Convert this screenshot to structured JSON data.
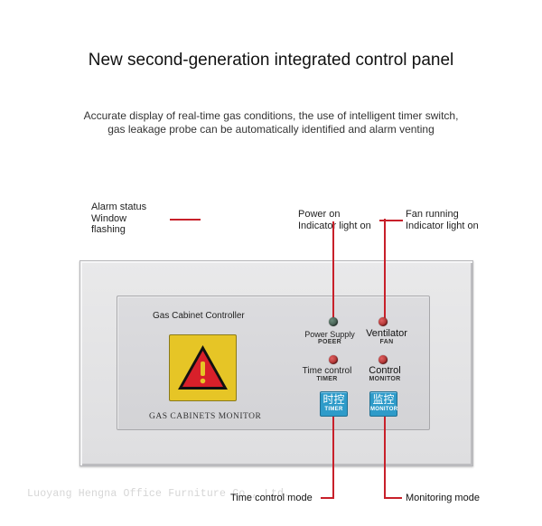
{
  "header": {
    "title": "New second-generation integrated control panel",
    "subtitle_line1": "Accurate display of real-time gas conditions, the use of intelligent timer switch,",
    "subtitle_line2": "gas leakage probe can be automatically identified and alarm venting"
  },
  "callouts": {
    "alarm": [
      "Alarm status",
      "Window",
      "flashing"
    ],
    "power": [
      "Power on",
      "Indicator light on"
    ],
    "fan": [
      "Fan running",
      "Indicator light on"
    ],
    "time_control_mode": "Time control mode",
    "monitoring_mode": "Monitoring mode"
  },
  "panel": {
    "controller_title": "Gas Cabinet Controller",
    "monitor_label": "GAS CABINETS MONITOR",
    "power_supply": {
      "label": "Power Supply",
      "sub": "POEER"
    },
    "ventilator": {
      "label": "Ventilator",
      "sub": "FAN"
    },
    "time_control": {
      "label": "Time control",
      "sub": "TIMER"
    },
    "control": {
      "label": "Control",
      "sub": "MONITOR"
    },
    "timer_button": {
      "zh": "时控",
      "en": "TIMER"
    },
    "monitor_button": {
      "zh": "监控",
      "en": "MONITOR"
    }
  },
  "watermark": "Luoyang Hengna Office Furniture Co., Ltd.",
  "colors": {
    "callout_line": "#c8202a",
    "button_blue": "#2e9bc9",
    "warning_yellow": "#e6c526",
    "led_green": "#3f5a4c",
    "led_red": "#c02020"
  },
  "icons": [
    "warning-triangle-icon"
  ]
}
